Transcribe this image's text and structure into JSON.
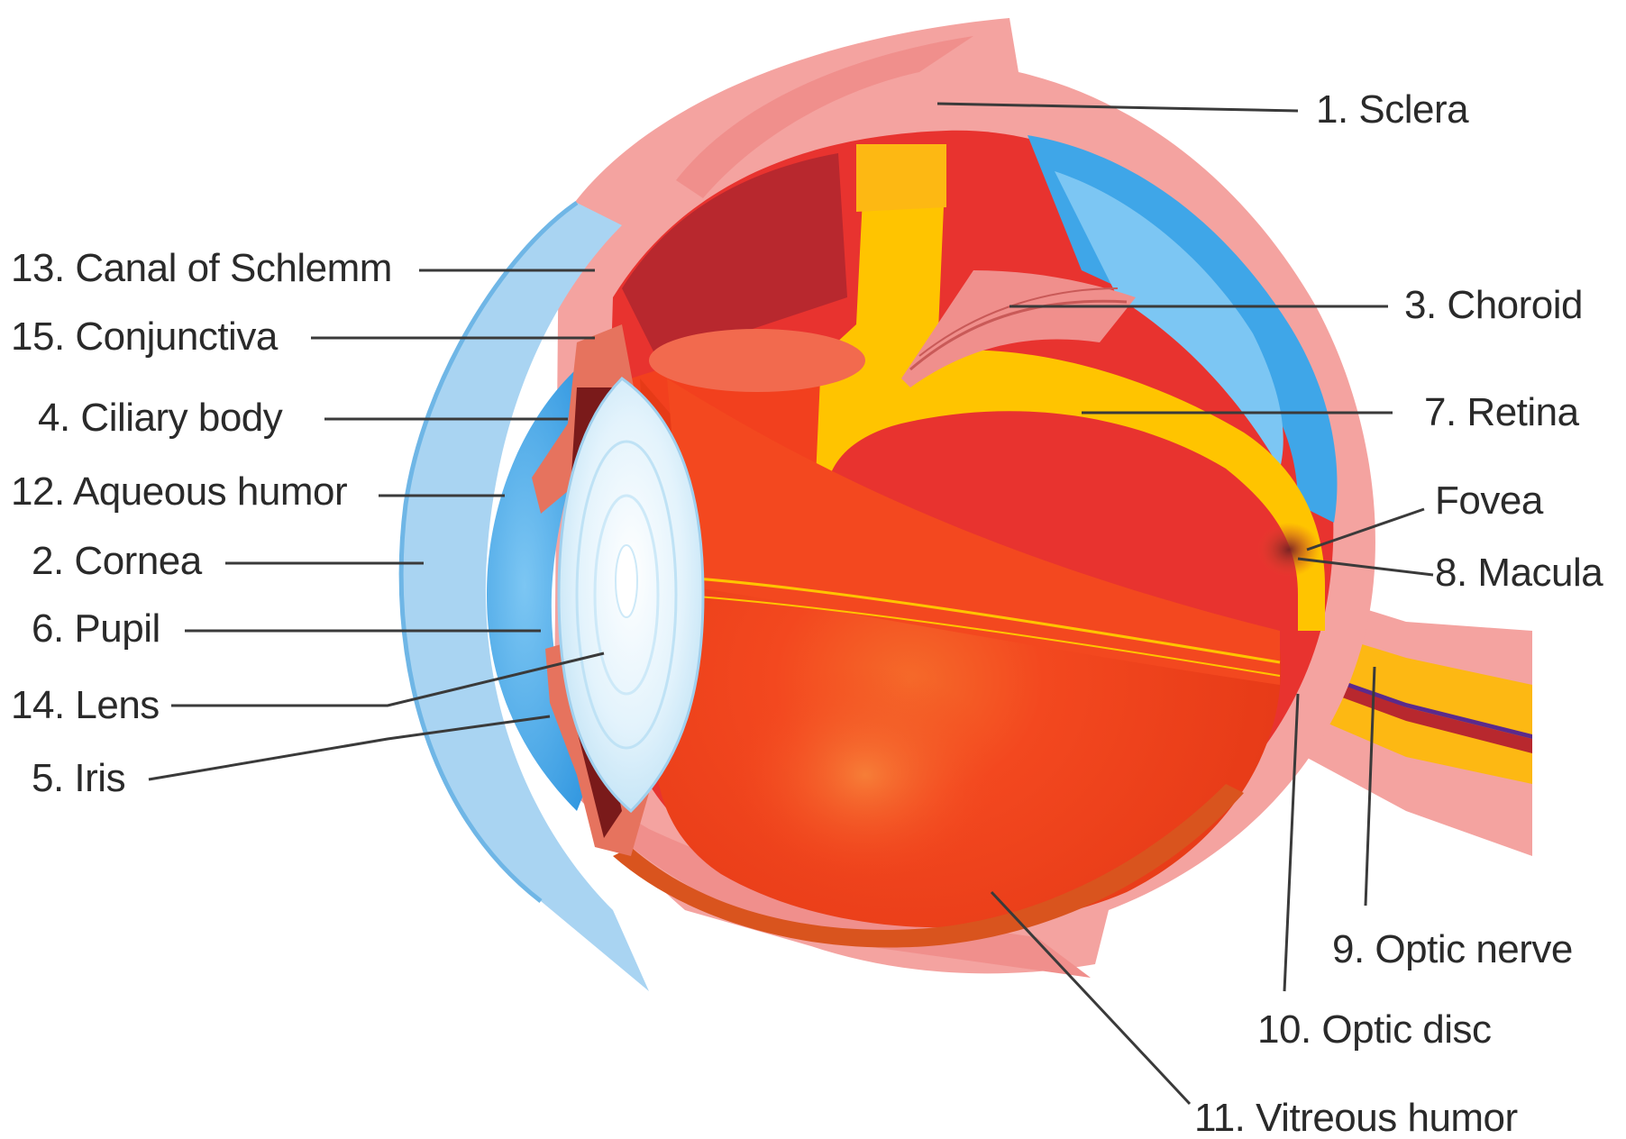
{
  "diagram": {
    "labels": {
      "sclera": "1. Sclera",
      "cornea": "2. Cornea",
      "choroid": "3. Choroid",
      "ciliary_body": "4. Ciliary body",
      "iris": "5. Iris",
      "pupil": "6. Pupil",
      "retina": "7. Retina",
      "macula": "8. Macula",
      "optic_nerve": "9. Optic nerve",
      "optic_disc": "10. Optic disc",
      "vitreous_humor": "11. Vitreous humor",
      "aqueous_humor": "12. Aqueous humor",
      "canal_of_schlemm": "13. Canal of Schlemm",
      "lens": "14. Lens",
      "conjunctiva": "15. Conjunctiva",
      "fovea": "Fovea"
    },
    "colors": {
      "sclera": "#f4a3a0",
      "cornea": "#a9d4f2",
      "aqueous": "#3fa6e8",
      "choroid_dark": "#b8282e",
      "choroid": "#e8332f",
      "retina": "#ffc400",
      "vitreous": "#f2401e",
      "lens": "#dff1fb",
      "optic_nerve": "#fdb813",
      "vessel_blue": "#5b2a8c"
    }
  }
}
